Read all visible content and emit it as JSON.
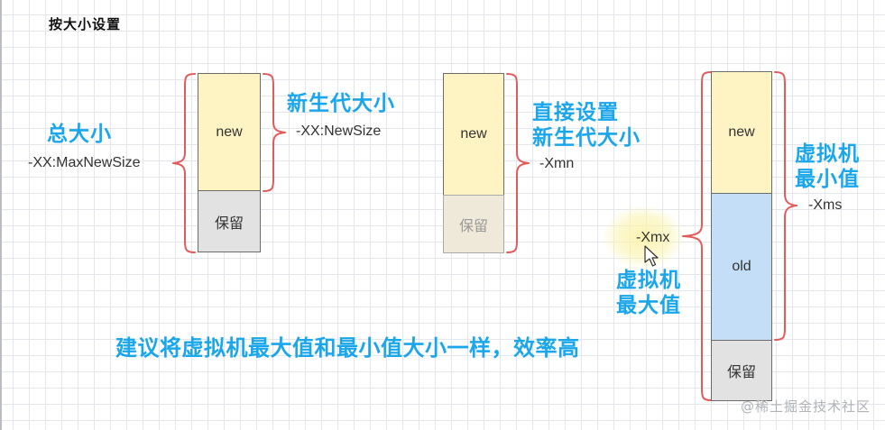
{
  "title": "按大小设置",
  "diagram1": {
    "label_total": "总大小",
    "param_total": "-XX:MaxNewSize",
    "block_new": "new",
    "block_reserved": "保留",
    "label_new_size": "新生代大小",
    "param_new_size": "-XX:NewSize"
  },
  "diagram2": {
    "block_new": "new",
    "block_reserved": "保留",
    "label_line1": "直接设置",
    "label_line2": "新生代大小",
    "param": "-Xmn"
  },
  "diagram3": {
    "block_new": "new",
    "block_old": "old",
    "block_reserved": "保留",
    "label_min_line1": "虚拟机",
    "label_min_line2": "最小值",
    "param_min": "-Xms",
    "label_max_line1": "虚拟机",
    "label_max_line2": "最大值",
    "param_max": "-Xmx"
  },
  "recommendation": "建议将虚拟机最大值和最小值大小一样，效率高",
  "watermark": "@稀土掘金技术社区",
  "colors": {
    "annotation_blue": "#1aa6ea",
    "brace_red": "#e25b5b",
    "new_block": "#fdf3c3",
    "old_block": "#c5def7",
    "reserved_block": "#e2e2e2"
  }
}
